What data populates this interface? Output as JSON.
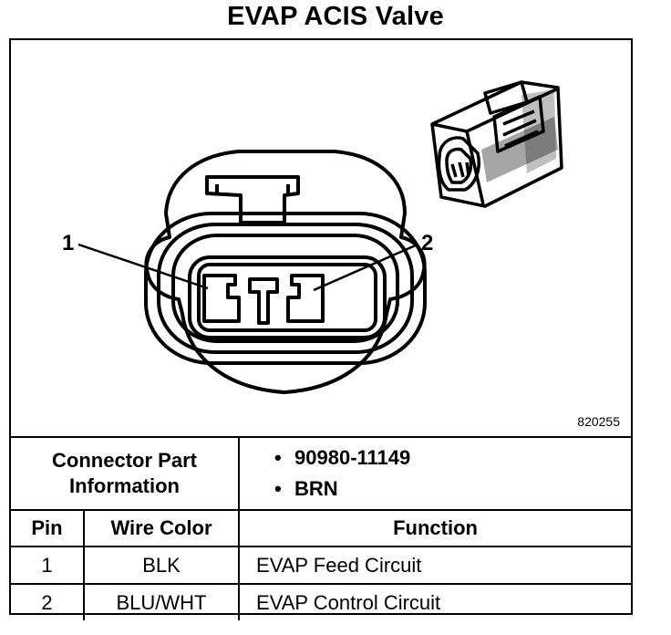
{
  "title": "EVAP ACIS Valve",
  "figure_number": "820255",
  "pin_labels": [
    "1",
    "2"
  ],
  "connector_info": {
    "label": "Connector Part Information",
    "part_number": "90980-11149",
    "color": "BRN"
  },
  "table": {
    "headers": {
      "pin": "Pin",
      "wire_color": "Wire Color",
      "function": "Function"
    },
    "rows": [
      {
        "pin": "1",
        "wire_color": "BLK",
        "function": "EVAP Feed Circuit"
      },
      {
        "pin": "2",
        "wire_color": "BLU/WHT",
        "function": "EVAP Control Circuit"
      }
    ]
  }
}
